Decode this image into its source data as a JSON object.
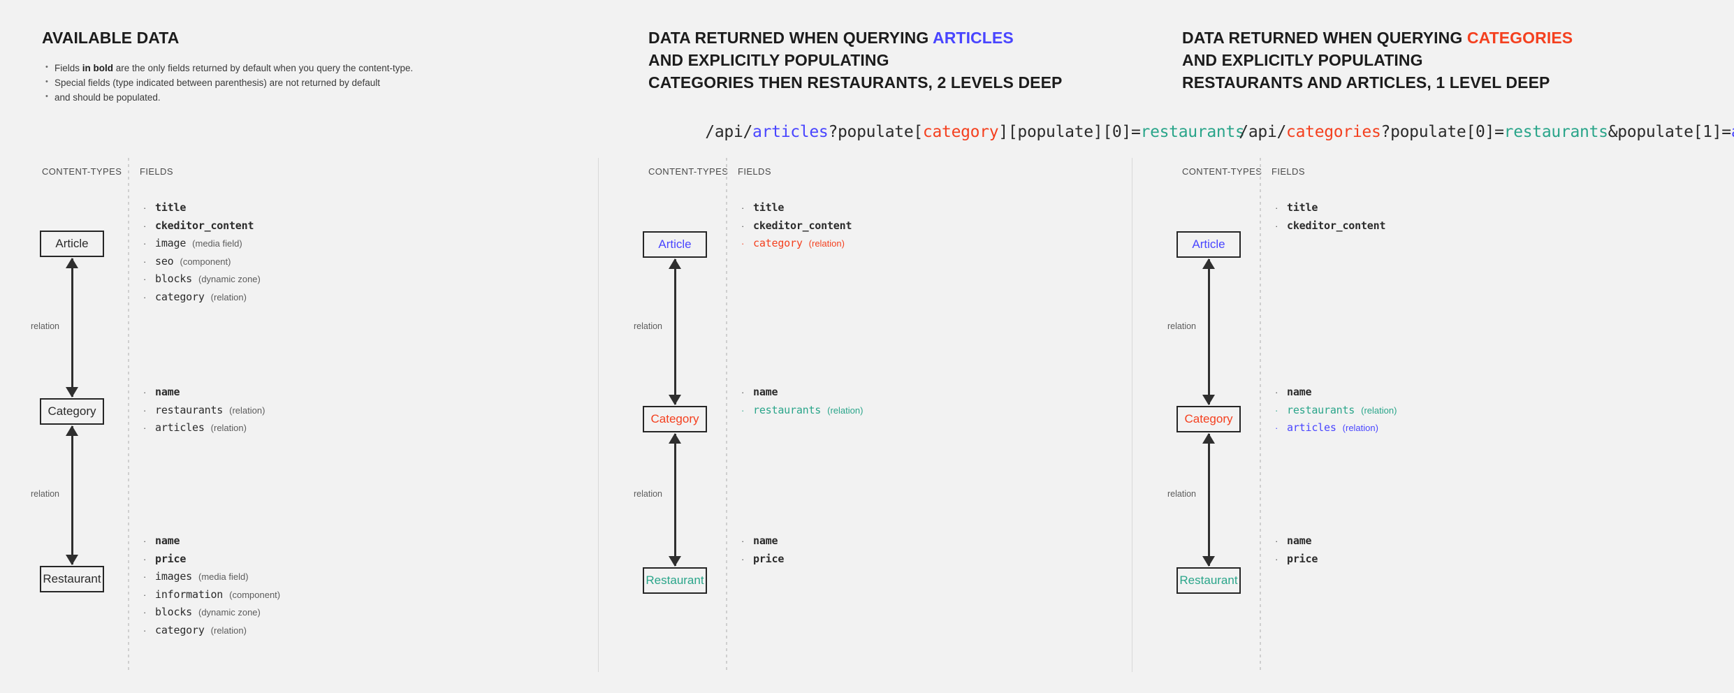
{
  "panels": [
    {
      "id": "available-data",
      "heading": {
        "pre": "AVAILABLE DATA",
        "highlight": "",
        "lines": []
      },
      "notes": [
        {
          "pre": "Fields ",
          "bold": "in bold",
          "post": " are the only fields returned by default when you query the content-type."
        },
        {
          "pre": "Special fields (type indicated between parenthesis) are not returned by default",
          "bold": "",
          "post": ""
        },
        {
          "pre": "and should be populated.",
          "bold": "",
          "post": ""
        }
      ],
      "columns": {
        "content_types": "CONTENT-TYPES",
        "fields": "FIELDS"
      },
      "entities": [
        {
          "name": "Article",
          "color": "black"
        },
        {
          "name": "Category",
          "color": "black"
        },
        {
          "name": "Restaurant",
          "color": "black"
        }
      ],
      "relations": [
        {
          "label": "relation"
        },
        {
          "label": "relation"
        }
      ],
      "field_groups": [
        [
          {
            "name": "title",
            "type": "",
            "bold": true,
            "color": "black"
          },
          {
            "name": "ckeditor_content",
            "type": "",
            "bold": true,
            "color": "black"
          },
          {
            "name": "image",
            "type": "(media field)",
            "bold": false,
            "color": "black"
          },
          {
            "name": "seo",
            "type": "(component)",
            "bold": false,
            "color": "black"
          },
          {
            "name": "blocks",
            "type": "(dynamic zone)",
            "bold": false,
            "color": "black"
          },
          {
            "name": "category",
            "type": "(relation)",
            "bold": false,
            "color": "black"
          }
        ],
        [
          {
            "name": "name",
            "type": "",
            "bold": true,
            "color": "black"
          },
          {
            "name": "restaurants",
            "type": "(relation)",
            "bold": false,
            "color": "black"
          },
          {
            "name": "articles",
            "type": "(relation)",
            "bold": false,
            "color": "black"
          }
        ],
        [
          {
            "name": "name",
            "type": "",
            "bold": true,
            "color": "black"
          },
          {
            "name": "price",
            "type": "",
            "bold": true,
            "color": "black"
          },
          {
            "name": "images",
            "type": "(media field)",
            "bold": false,
            "color": "black"
          },
          {
            "name": "information",
            "type": "(component)",
            "bold": false,
            "color": "black"
          },
          {
            "name": "blocks",
            "type": "(dynamic zone)",
            "bold": false,
            "color": "black"
          },
          {
            "name": "category",
            "type": "(relation)",
            "bold": false,
            "color": "black"
          }
        ]
      ]
    },
    {
      "id": "query-articles",
      "heading": {
        "pre": "DATA RETURNED WHEN QUERYING ",
        "highlight": "ARTICLES",
        "highlight_color": "blue",
        "lines": [
          "AND EXPLICITLY POPULATING",
          "CATEGORIES THEN RESTAURANTS, 2 LEVELS DEEP"
        ]
      },
      "url_parts": [
        {
          "text": "/api/",
          "color": "black"
        },
        {
          "text": "articles",
          "color": "blue"
        },
        {
          "text": "?populate[",
          "color": "black"
        },
        {
          "text": "category",
          "color": "red"
        },
        {
          "text": "][populate][0]=",
          "color": "black"
        },
        {
          "text": "restaurants",
          "color": "teal"
        }
      ],
      "columns": {
        "content_types": "CONTENT-TYPES",
        "fields": "FIELDS"
      },
      "entities": [
        {
          "name": "Article",
          "color": "blue"
        },
        {
          "name": "Category",
          "color": "red"
        },
        {
          "name": "Restaurant",
          "color": "teal"
        }
      ],
      "relations": [
        {
          "label": "relation"
        },
        {
          "label": "relation"
        }
      ],
      "field_groups": [
        [
          {
            "name": "title",
            "type": "",
            "bold": true,
            "color": "black"
          },
          {
            "name": "ckeditor_content",
            "type": "",
            "bold": true,
            "color": "black"
          },
          {
            "name": "category",
            "type": "(relation)",
            "bold": false,
            "color": "red"
          }
        ],
        [
          {
            "name": "name",
            "type": "",
            "bold": true,
            "color": "black"
          },
          {
            "name": "restaurants",
            "type": "(relation)",
            "bold": false,
            "color": "teal"
          }
        ],
        [
          {
            "name": "name",
            "type": "",
            "bold": true,
            "color": "black"
          },
          {
            "name": "price",
            "type": "",
            "bold": true,
            "color": "black"
          }
        ]
      ]
    },
    {
      "id": "query-categories",
      "heading": {
        "pre": "DATA RETURNED WHEN QUERYING ",
        "highlight": "CATEGORIES",
        "highlight_color": "red",
        "lines": [
          "AND EXPLICITLY POPULATING",
          "RESTAURANTS AND ARTICLES, 1 LEVEL DEEP"
        ]
      },
      "url_parts": [
        {
          "text": "/api/",
          "color": "black"
        },
        {
          "text": "categories",
          "color": "red"
        },
        {
          "text": "?populate[0]=",
          "color": "black"
        },
        {
          "text": "restaurants",
          "color": "teal"
        },
        {
          "text": "&populate[1]=",
          "color": "black"
        },
        {
          "text": "articles",
          "color": "blue"
        }
      ],
      "columns": {
        "content_types": "CONTENT-TYPES",
        "fields": "FIELDS"
      },
      "entities": [
        {
          "name": "Article",
          "color": "blue"
        },
        {
          "name": "Category",
          "color": "red"
        },
        {
          "name": "Restaurant",
          "color": "teal"
        }
      ],
      "relations": [
        {
          "label": "relation"
        },
        {
          "label": "relation"
        }
      ],
      "field_groups": [
        [
          {
            "name": "title",
            "type": "",
            "bold": true,
            "color": "black"
          },
          {
            "name": "ckeditor_content",
            "type": "",
            "bold": true,
            "color": "black"
          }
        ],
        [
          {
            "name": "name",
            "type": "",
            "bold": true,
            "color": "black"
          },
          {
            "name": "restaurants",
            "type": "(relation)",
            "bold": false,
            "color": "teal"
          },
          {
            "name": "articles",
            "type": "(relation)",
            "bold": false,
            "color": "blue"
          }
        ],
        [
          {
            "name": "name",
            "type": "",
            "bold": true,
            "color": "black"
          },
          {
            "name": "price",
            "type": "",
            "bold": true,
            "color": "black"
          }
        ]
      ]
    }
  ],
  "colors": {
    "background": "#f2f2f2",
    "text": "#2b2b2b",
    "blue": "#4945ff",
    "red": "#f4401f",
    "teal": "#2aa58a",
    "divider": "#cfcfcf",
    "box_border": "#262626"
  }
}
